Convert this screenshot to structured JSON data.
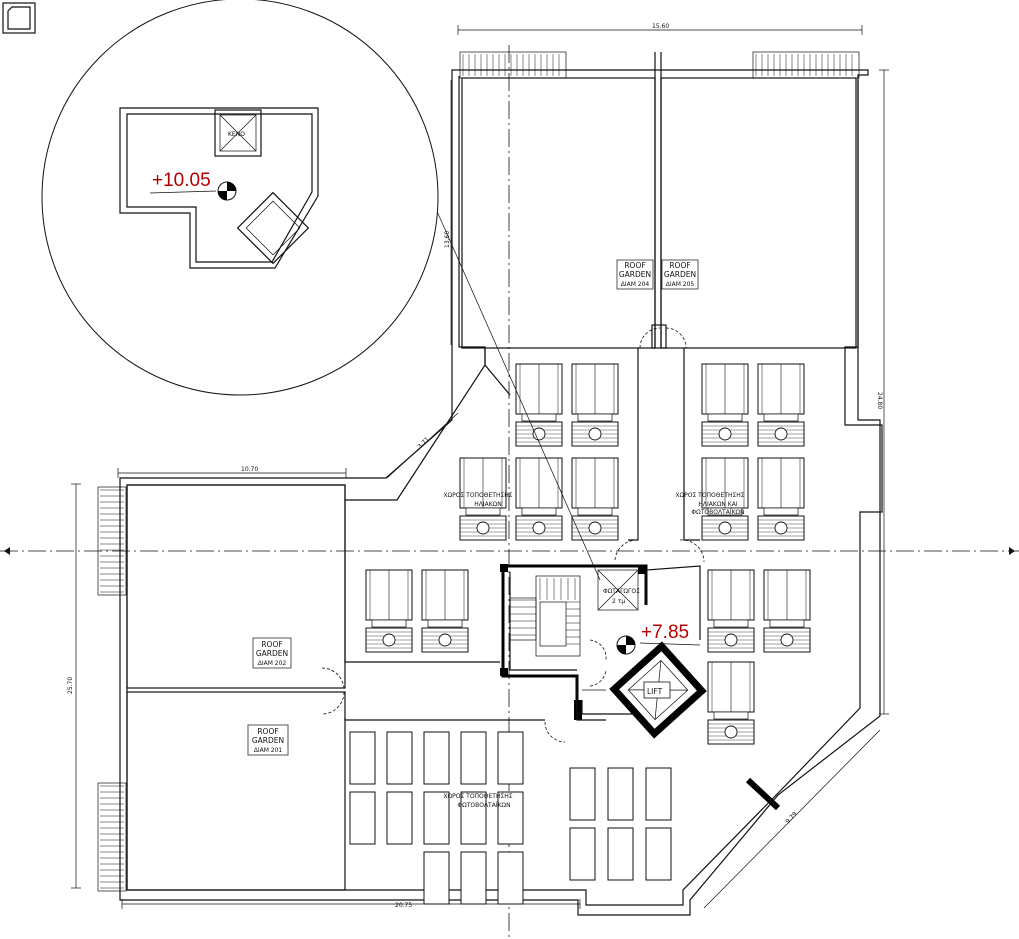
{
  "colors": {
    "ink": "#111111",
    "elevation": "#b30000",
    "background": "#ffffff"
  },
  "icons": {
    "corner_tab": "folded-corner-icon"
  },
  "elevations": {
    "main": "+7.85",
    "detail": "+10.05"
  },
  "detail": {
    "skylight_label": "ΚΕΝΟ"
  },
  "rooms": {
    "r204": {
      "l1": "ROOF",
      "l2": "GARDEN",
      "l3": "ΔΙΑΜ 204"
    },
    "r205": {
      "l1": "ROOF",
      "l2": "GARDEN",
      "l3": "ΔΙΑΜ 205"
    },
    "r202": {
      "l1": "ROOF",
      "l2": "GARDEN",
      "l3": "ΔΙΑΜ 202"
    },
    "r201": {
      "l1": "ROOF",
      "l2": "GARDEN",
      "l3": "ΔΙΑΜ 201"
    }
  },
  "zones": {
    "left_solar": {
      "l1": "ΧΩΡΟΣ ΤΟΠΟΘΕΤΗΣΗΣ",
      "l2": "ΗΛΙΑΚΩΝ"
    },
    "right_solar": {
      "l1": "ΧΩΡΟΣ ΤΟΠΟΘΕΤΗΣΗΣ",
      "l2": "ΗΛΙΑΚΩΝ ΚΑΙ",
      "l3": "ΦΩΤΟΒΟΛΤΑΪΚΩΝ"
    },
    "pv": {
      "l1": "ΧΩΡΟΣ ΤΟΠΟΘΕΤΗΣΗΣ",
      "l2": "ΦΩΤΟΒΟΛΤΑΪΚΩΝ"
    }
  },
  "core": {
    "lift": "LIFT",
    "shaft": "ΦΩΤΑΓΩΓΟΣ",
    "shaft_sub": "2 τμ"
  },
  "dimensions": {
    "top": "15.60",
    "left_top": "10.70",
    "diag": "3.71",
    "right_side": "24.80",
    "left_side": "25.70",
    "bottom": "20.75",
    "diag_br": "9.79",
    "vertical_small": "13.60"
  }
}
